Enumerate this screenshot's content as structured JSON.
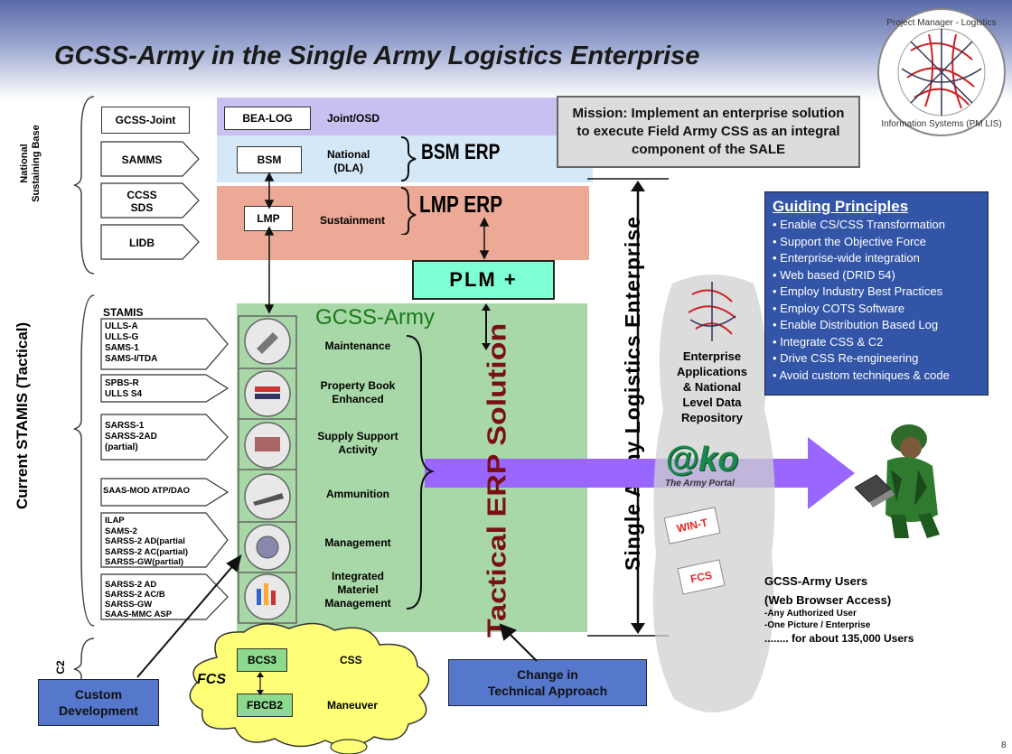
{
  "title": "GCSS-Army in the Single Army Logistics Enterprise",
  "seal": {
    "text": "Project Manager - Logistics Information Systems (PM LIS)"
  },
  "left_labels": {
    "national": [
      "National",
      "Sustaining Base"
    ],
    "tactical": "Current STAMIS (Tactical)",
    "c2": "C2"
  },
  "national_boxes": [
    "GCSS-Joint",
    "SAMMS",
    "CCSS\nSDS",
    "LIDB"
  ],
  "tiers": {
    "bealog": "BEA-LOG",
    "joint_osd": "Joint/OSD",
    "bsm": "BSM",
    "national_dla": "National\n(DLA)",
    "bsm_erp": "BSM ERP",
    "lmp": "LMP",
    "sustainment": "Sustainment",
    "lmp_erp": "LMP ERP"
  },
  "mission": "Mission: Implement an enterprise solution to execute Field Army CSS as an integral component of the SALE",
  "plm": "PLM +",
  "gcss_army": "GCSS-Army",
  "stamis_header": "STAMIS",
  "stamis_groups": [
    "ULLS-A\nULLS-G\nSAMS-1\nSAMS-I/TDA",
    "SPBS-R\nULLS S4",
    "SARSS-1\nSARSS-2AD\n(partial)",
    "SAAS-MOD ATP/DAO",
    "ILAP\nSAMS-2\nSARSS-2 AD(partial\nSARSS-2 AC(partial)\nSARSS-GW(partial)",
    "SARSS-2 AD\nSARSS-2 AC/B\nSARSS-GW\nSAAS-MMC ASP"
  ],
  "modules": [
    "Maintenance",
    "Property Book\nEnhanced",
    "Supply Support\nActivity",
    "Ammunition",
    "Management",
    "Integrated\nMateriel\nManagement"
  ],
  "tactical_erp": "Tactical ERP Solution",
  "sale": "Single Army Logistics Enterprise",
  "enterprise": "Enterprise\nApplications\n& National\nLevel Data\nRepository",
  "ako": {
    "logo": "@ko",
    "sub": "The Army Portal"
  },
  "wint": "WIN-T",
  "fcs_tag": "FCS",
  "guiding": {
    "title": "Guiding Principles",
    "items": [
      "Enable CS/CSS Transformation",
      "Support the Objective Force",
      "Enterprise-wide integration",
      "Web based (DRID 54)",
      "Employ Industry Best Practices",
      "Employ COTS Software",
      "Enable Distribution Based Log",
      "Integrate CSS & C2",
      "Drive CSS Re-engineering",
      "Avoid custom techniques & code"
    ]
  },
  "users": {
    "title": "GCSS-Army Users",
    "sub": "(Web Browser Access)",
    "line1": "-Any Authorized User",
    "line2": "-One Picture / Enterprise",
    "line3": "........ for about 135,000 Users"
  },
  "cloud": {
    "bcs3": "BCS3",
    "css": "CSS",
    "fcs": "FCS",
    "fbcb2": "FBCB2",
    "maneuver": "Maneuver"
  },
  "custom_dev": "Custom\nDevelopment",
  "change_tech": "Change in\nTechnical Approach",
  "page_number": "8",
  "colors": {
    "banner_top": "#5a6aa8",
    "panel_green": "#a8d8a8",
    "lilac": "#c8c0f0",
    "blue_light": "#d4e8f8",
    "salmon": "#eba996",
    "plm": "#7fffd4",
    "gp_bg": "#3355a8",
    "callout": "#5577cc",
    "purple_arrow": "#9966ff",
    "cloud": "#ffff77",
    "tactical_red": "#7a0f1a"
  }
}
